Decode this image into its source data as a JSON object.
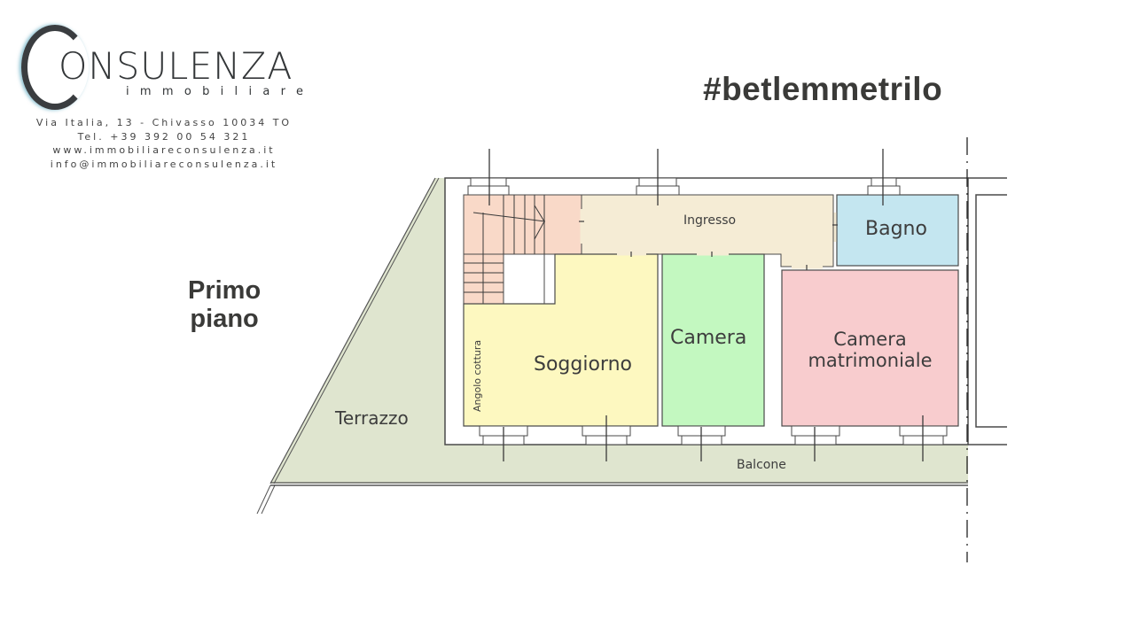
{
  "header": {
    "brand_name": "ONSULENZA",
    "brand_subtitle": "immobiliare",
    "contact": {
      "address": "Via Italia, 13 - Chivasso 10034 TO",
      "phone": "Tel. +39 392 00 54 321",
      "website": "www.immobiliareconsulenza.it",
      "email": "info@immobiliareconsulenza.it"
    },
    "hashtag": "#betlemmetrilo"
  },
  "floor": {
    "label_line1": "Primo",
    "label_line2": "piano"
  },
  "rooms": {
    "ingresso": "Ingresso",
    "bagno": "Bagno",
    "camera": "Camera",
    "matrimoniale_line1": "Camera",
    "matrimoniale_line2": "matrimoniale",
    "soggiorno": "Soggiorno",
    "angolo_cottura": "Angolo cottura",
    "terrazzo": "Terrazzo",
    "balcone": "Balcone"
  },
  "colors": {
    "stairs": "#f9d9c8",
    "ingresso": "#f5ecd5",
    "bagno": "#c4e6f0",
    "soggiorno": "#fdf8c0",
    "camera": "#c3f8c0",
    "matrimoniale": "#f8ccce",
    "terrazzo": "#dfe5cf",
    "wall": "#4a4a4a"
  }
}
